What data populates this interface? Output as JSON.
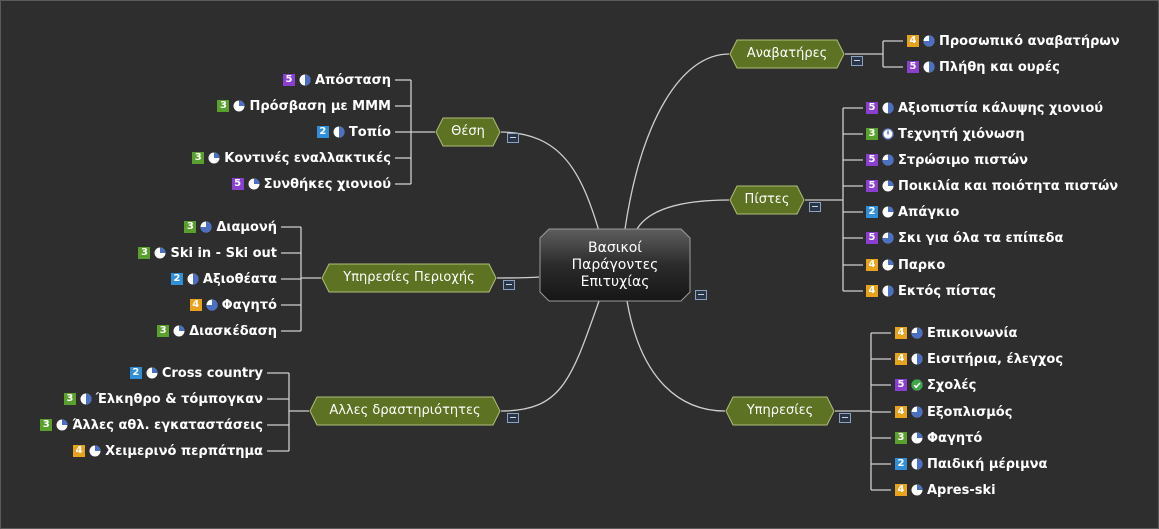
{
  "central": {
    "lines": [
      "Βασικοί",
      "Παράγοντες",
      "Επιτυχίας"
    ]
  },
  "colors": {
    "background": "#2e2e2e",
    "topic_fill": "#5d7222",
    "connector": "#cfcfcf",
    "task_progress": "#4a6fc4"
  },
  "branches": {
    "thesi": {
      "label": "Θέση",
      "children": [
        {
          "label": "Απόσταση",
          "priority": "5",
          "progress": 0.5
        },
        {
          "label": "Πρόσβαση με ΜΜΜ",
          "priority": "3",
          "progress": 0.25
        },
        {
          "label": "Τοπίο",
          "priority": "2",
          "progress": 0.5
        },
        {
          "label": "Κοντινές εναλλακτικές",
          "priority": "3",
          "progress": 0.25
        },
        {
          "label": "Συνθήκες χιονιού",
          "priority": "5",
          "progress": 0.25
        }
      ]
    },
    "ypiresies_perioxis": {
      "label": "Υπηρεσίες Περιοχής",
      "children": [
        {
          "label": "Διαμονή",
          "priority": "3",
          "progress": 0.75
        },
        {
          "label": "Ski in - Ski out",
          "priority": "3",
          "progress": 0.25
        },
        {
          "label": "Αξιοθέατα",
          "priority": "2",
          "progress": 0.5
        },
        {
          "label": "Φαγητό",
          "priority": "4",
          "progress": 0.75
        },
        {
          "label": "Διασκέδαση",
          "priority": "3",
          "progress": 0.25
        }
      ]
    },
    "alles_drastiriotites": {
      "label": "Αλλες δραστηριότητες",
      "children": [
        {
          "label": "Cross country",
          "priority": "2",
          "progress": 0.25
        },
        {
          "label": "Έλκηθρο & τόμπογκαν",
          "priority": "3",
          "progress": 0.5
        },
        {
          "label": "Άλλες αθλ. εγκαταστάσεις",
          "priority": "3",
          "progress": 0.25
        },
        {
          "label": "Χειμερινό περπάτημα",
          "priority": "4",
          "progress": 0.25
        }
      ]
    },
    "anavatires": {
      "label": "Αναβατήρες",
      "children": [
        {
          "label": "Προσωπικό αναβατήρων",
          "priority": "4",
          "progress": 0.75
        },
        {
          "label": "Πλήθη και ουρές",
          "priority": "5",
          "progress": 0.5
        }
      ]
    },
    "pistes": {
      "label": "Πίστες",
      "children": [
        {
          "label": "Αξιοπιστία κάλυψης χιονιού",
          "priority": "5",
          "progress": 0.5
        },
        {
          "label": "Τεχνητή χιόνωση",
          "priority": "3",
          "progress": 0.0
        },
        {
          "label": "Στρώσιμο πιστών",
          "priority": "5",
          "progress": 0.75
        },
        {
          "label": "Ποικιλία και ποιότητα πιστών",
          "priority": "5",
          "progress": 0.25
        },
        {
          "label": "Απάγκιο",
          "priority": "2",
          "progress": 0.25
        },
        {
          "label": "Σκι για όλα τα επίπεδα",
          "priority": "5",
          "progress": 0.75
        },
        {
          "label": "Παρκο",
          "priority": "4",
          "progress": 0.25
        },
        {
          "label": "Εκτός πίστας",
          "priority": "4",
          "progress": 0.5
        }
      ]
    },
    "ypiresies": {
      "label": "Υπηρεσίες",
      "children": [
        {
          "label": "Επικοινωνία",
          "priority": "4",
          "progress": 0.75
        },
        {
          "label": "Εισιτήρια, έλεγχος",
          "priority": "4",
          "progress": 0.5
        },
        {
          "label": "Σχολές",
          "priority": "5",
          "progress": 1.0
        },
        {
          "label": "Εξοπλισμός",
          "priority": "4",
          "progress": 0.75
        },
        {
          "label": "Φαγητό",
          "priority": "3",
          "progress": 0.25
        },
        {
          "label": "Παιδική μέριμνα",
          "priority": "2",
          "progress": 0.5
        },
        {
          "label": "Apres-ski",
          "priority": "4",
          "progress": 0.25
        }
      ]
    }
  }
}
